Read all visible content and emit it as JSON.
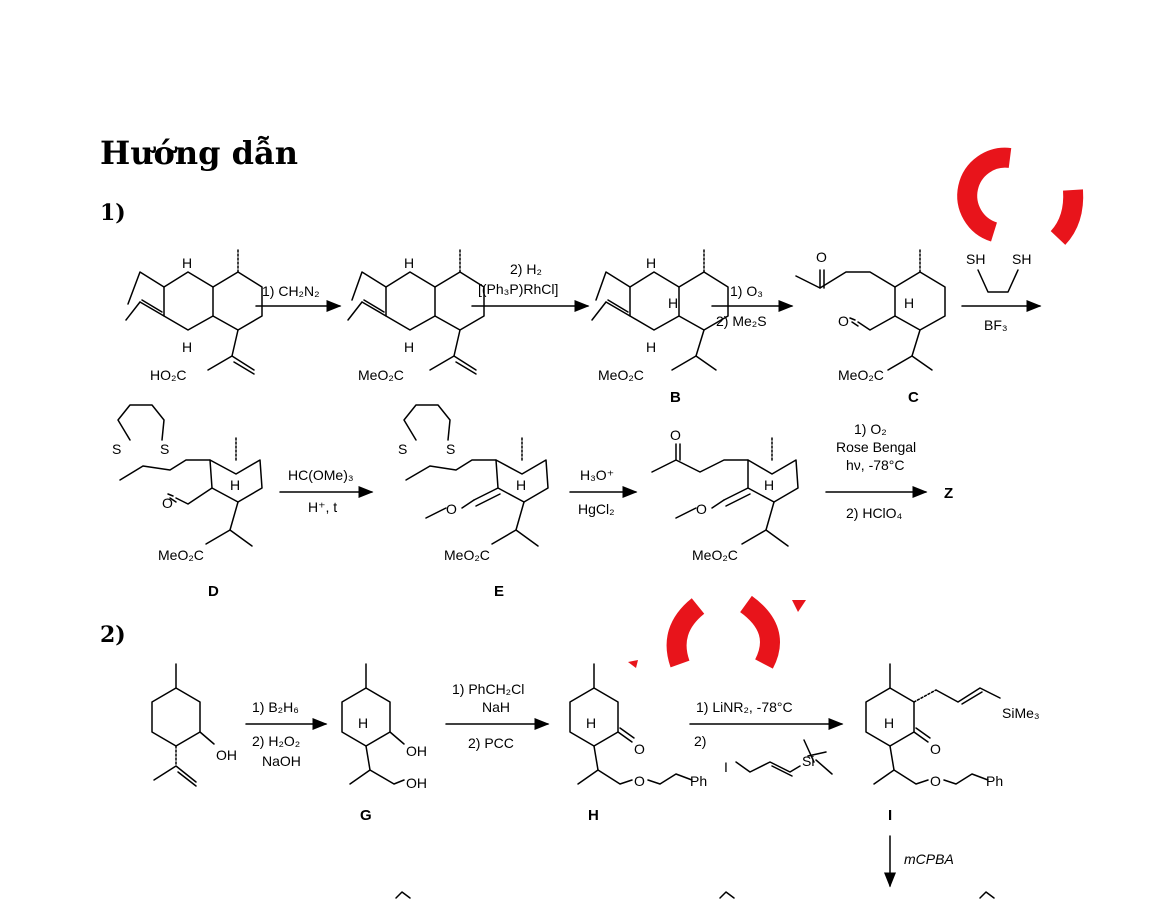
{
  "heading": "Hướng dẫn",
  "section1": {
    "label": "1)"
  },
  "section2": {
    "label": "2)"
  },
  "scheme1": {
    "row1": {
      "sm_labels": {
        "h_top": "H",
        "h_bot": "H",
        "acid": "HO₂C"
      },
      "step1": {
        "reagent": "1) CH₂N₂"
      },
      "ester1": {
        "h_top": "H",
        "h_bot": "H",
        "ester": "MeO₂C"
      },
      "step2": {
        "line1": "2) H₂",
        "line2": "[(Ph₃P)RhCl]"
      },
      "B": {
        "h_top": "H",
        "h_mid": "H",
        "h_bot": "H",
        "ester": "MeO₂C",
        "label": "B"
      },
      "step3": {
        "line1": "1) O₃",
        "line2": "2) Me₂S"
      },
      "C": {
        "ketone_o": "O",
        "aldehyde_o": "O",
        "h": "H",
        "ester": "MeO₂C",
        "label": "C"
      },
      "step4": {
        "sh1": "SH",
        "sh2": "SH",
        "below": "BF₃"
      }
    },
    "row2": {
      "D": {
        "s1": "S",
        "s2": "S",
        "aldehyde_o": "O",
        "h": "H",
        "ester": "MeO₂C",
        "label": "D"
      },
      "step5": {
        "line1": "HC(OMe)₃",
        "line2": "H⁺, t"
      },
      "E": {
        "s1": "S",
        "s2": "S",
        "o": "O",
        "h": "H",
        "ester": "MeO₂C",
        "label": "E"
      },
      "step6": {
        "line1": "H₃O⁺",
        "line2": "HgCl₂"
      },
      "F": {
        "ketone_o": "O",
        "o": "O",
        "h": "H",
        "ester": "MeO₂C"
      },
      "step7": {
        "line1": "1) O₂",
        "line2": "Rose Bengal",
        "line3": "hν, -78°C",
        "line4": "2) HClO₄"
      },
      "Z": {
        "label": "Z"
      }
    }
  },
  "scheme2": {
    "sm": {
      "oh": "OH"
    },
    "step1": {
      "line1": "1) B₂H₆",
      "line2": "2) H₂O₂",
      "line3": "NaOH"
    },
    "G": {
      "h": "H",
      "oh1": "OH",
      "oh2": "OH",
      "label": "G"
    },
    "step2": {
      "line1": "1) PhCH₂Cl",
      "line2": "NaH",
      "line3": "2) PCC"
    },
    "H": {
      "h": "H",
      "o_keto": "O",
      "o_ether": "O",
      "ph": "Ph",
      "label": "H"
    },
    "step3": {
      "line1": "1) LiNR₂, -78°C",
      "line2": "2)",
      "iodo": "I",
      "si": "Si"
    },
    "I": {
      "h": "H",
      "o_keto": "O",
      "o_ether": "O",
      "ph": "Ph",
      "tms": "SiMe₃",
      "label": "I"
    },
    "step4": {
      "reagent": "mCPBA"
    }
  },
  "colors": {
    "red_mark": "#e8141b",
    "ink": "#000000"
  }
}
